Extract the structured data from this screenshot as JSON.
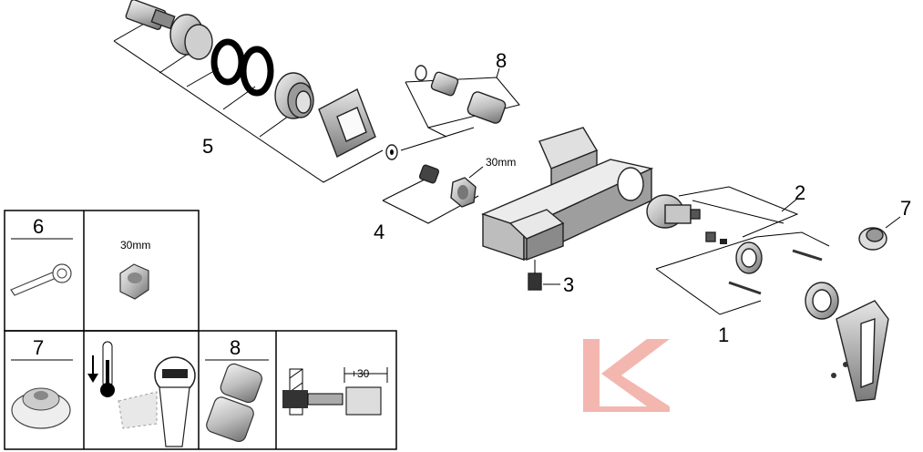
{
  "callouts": {
    "c1": "1",
    "c2": "2",
    "c3": "3",
    "c4": "4",
    "c5": "5",
    "c7": "7",
    "c8": "8"
  },
  "dimension_label": "30mm",
  "legend": {
    "box6": {
      "number": "6",
      "nut_label": "30mm"
    },
    "box7": {
      "number": "7"
    },
    "box8": {
      "number": "8",
      "extension_label": "+30"
    }
  },
  "watermark": {
    "letter": "K",
    "color": "#f3b7b0"
  },
  "colors": {
    "line": "#000000",
    "part_fill": "#d9d9d9",
    "part_dark": "#555555",
    "watermark": "#f3b7b0"
  }
}
